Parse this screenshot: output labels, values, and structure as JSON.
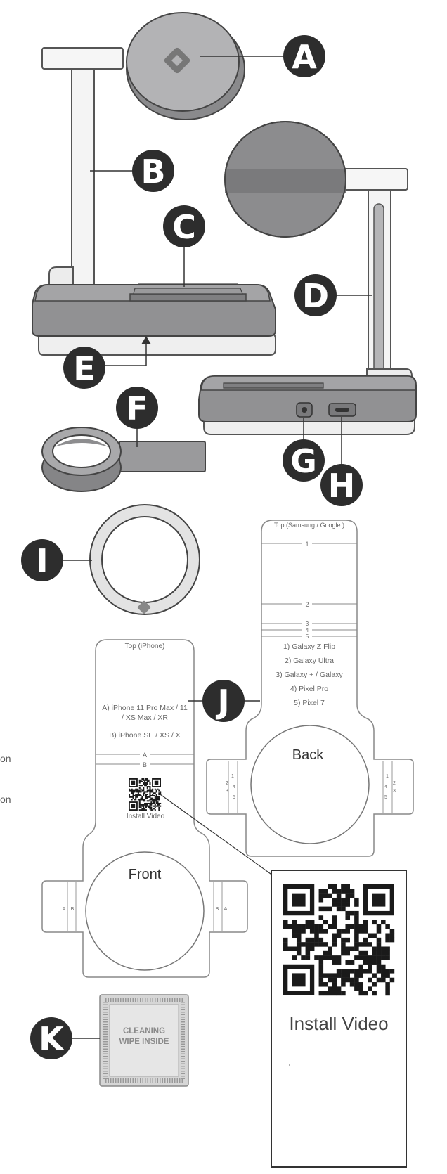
{
  "callouts": {
    "a": "A",
    "b": "B",
    "c": "C",
    "d": "D",
    "e": "E",
    "f": "F",
    "g": "G",
    "h": "H",
    "i": "I",
    "j": "J",
    "k": "K"
  },
  "back_template": {
    "header": "Top (Samsung / Google )",
    "marks": [
      "1",
      "2",
      "3",
      "4",
      "5"
    ],
    "models": [
      "1) Galaxy Z Flip",
      "2) Galaxy Ultra",
      "3) Galaxy + / Galaxy",
      "4) Pixel Pro",
      "5) Pixel 7"
    ],
    "circle_label": "Back",
    "tab_marks": [
      "1",
      "2",
      "3",
      "4",
      "5"
    ]
  },
  "front_template": {
    "header": "Top (iPhone)",
    "option_a_line1": "A) iPhone 11 Pro Max / 11",
    "option_a_line2": "/ XS Max / XR",
    "option_b": "B) iPhone SE / XS / X",
    "marks": [
      "A",
      "B"
    ],
    "qr_caption": "Install Video",
    "circle_label": "Front"
  },
  "qr_card": {
    "caption": "Install Video"
  },
  "cleaning_wipe": {
    "line1": "CLEANING",
    "line2": "WIPE INSIDE"
  },
  "edge_fragments": [
    "on",
    "on"
  ],
  "colors": {
    "callout": "#2d2d2d",
    "outline": "#555555",
    "stand_gray": "#a9a9ab",
    "base_gray": "#8f8f91",
    "light": "#f1f1f1"
  }
}
